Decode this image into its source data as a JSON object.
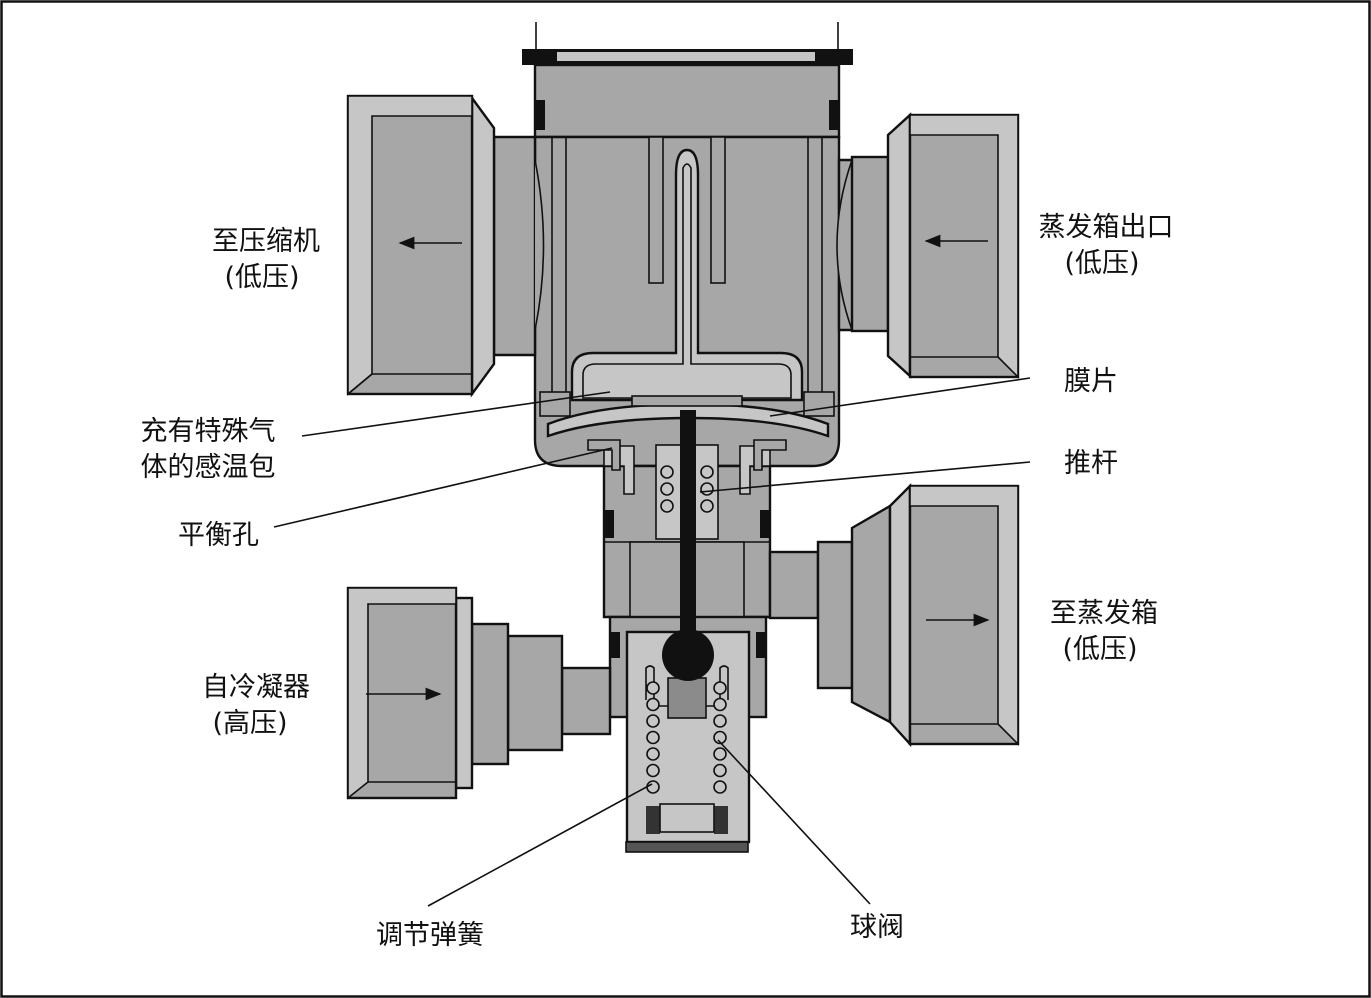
{
  "colors": {
    "body": "#a7a7a7",
    "light": "#c6c6c6",
    "dark": "#8b8b8b",
    "inner": "#b8b8b8",
    "outline": "#111111",
    "background": "#ffffff"
  },
  "labels": {
    "to_compressor": {
      "line1": "至压缩机",
      "line2": "(低压)"
    },
    "evaporator_outlet": {
      "line1": "蒸发箱出口",
      "line2": "(低压)"
    },
    "diaphragm": "膜片",
    "sensing_bulb": {
      "line1": "充有特殊气",
      "line2": "体的感温包"
    },
    "push_rod": "推杆",
    "balance_hole": "平衡孔",
    "to_evaporator": {
      "line1": "至蒸发箱",
      "line2": "(低压)"
    },
    "from_condenser": {
      "line1": "自冷凝器",
      "line2": "(高压)"
    },
    "adjusting_spring": "调节弹簧",
    "ball_valve": "球阀"
  }
}
